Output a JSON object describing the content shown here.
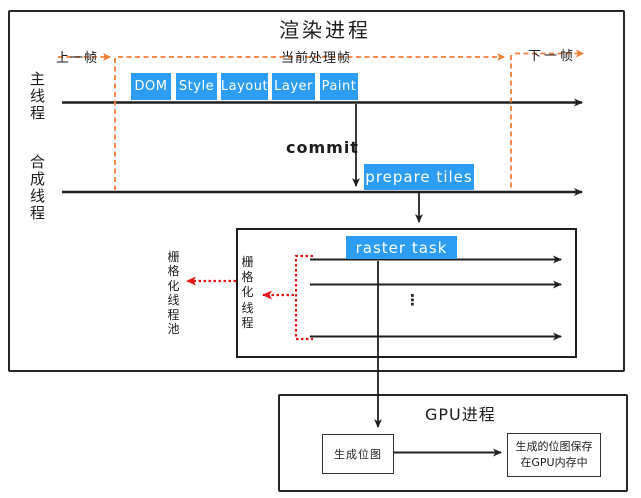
{
  "render_process": {
    "title": "渲染进程",
    "frame_markers": {
      "previous_frame": "上一帧",
      "current_frame": "当前处理帧",
      "next_frame": "下一帧"
    },
    "main_thread": {
      "label": "主线程",
      "stages": [
        "DOM",
        "Style",
        "Layout",
        "Layer",
        "Paint"
      ]
    },
    "commit_label": "commit",
    "compositor_thread": {
      "label": "合成线程",
      "prepare_tiles_label": "prepare tiles"
    },
    "raster": {
      "task_label": "raster task",
      "pool_label": "栅格化线程池",
      "thread_label": "栅格化线程",
      "ellipsis": "⋮"
    }
  },
  "gpu_process": {
    "title": "GPU进程",
    "generate_bitmap_label": "生成位图",
    "store_label_line1": "生成的位图保存",
    "store_label_line2": "在GPU内存中"
  },
  "colors": {
    "stage_blue": "#2d9cf3",
    "frame_orange": "#f07e38",
    "raster_red": "#e51515",
    "line_black": "#1f1f1f"
  }
}
